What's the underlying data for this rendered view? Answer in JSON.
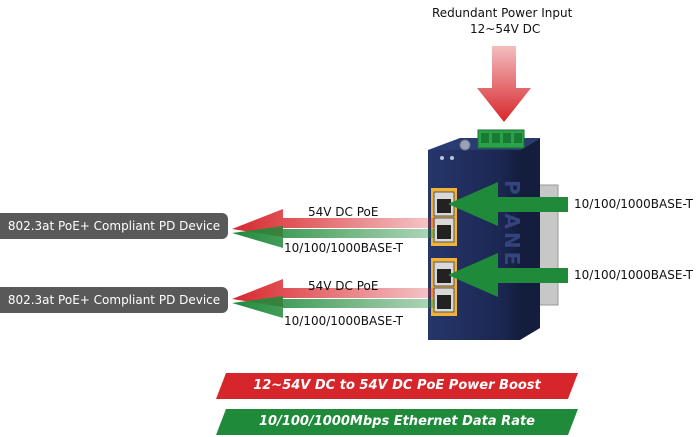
{
  "redundant_input": {
    "title": "Redundant Power Input",
    "voltage": "12~54V DC"
  },
  "ports": [
    {
      "pd_device": "802.3at PoE+ Compliant PD Device",
      "poe_label": "54V DC PoE",
      "data_label_left": "10/100/1000BASE-T",
      "data_label_right": "10/100/1000BASE-T"
    },
    {
      "pd_device": "802.3at PoE+ Compliant PD Device",
      "poe_label": "54V DC PoE",
      "data_label_left": "10/100/1000BASE-T",
      "data_label_right": "10/100/1000BASE-T"
    }
  ],
  "device_brand": "PLANET",
  "banners": {
    "power_boost": "12~54V DC to 54V DC PoE Power Boost",
    "data_rate": "10/100/1000Mbps Ethernet Data Rate"
  },
  "colors": {
    "red": "#d7262b",
    "green": "#1f8a3a",
    "device_navy": "#1f2d5a",
    "pd_box": "#595959"
  }
}
